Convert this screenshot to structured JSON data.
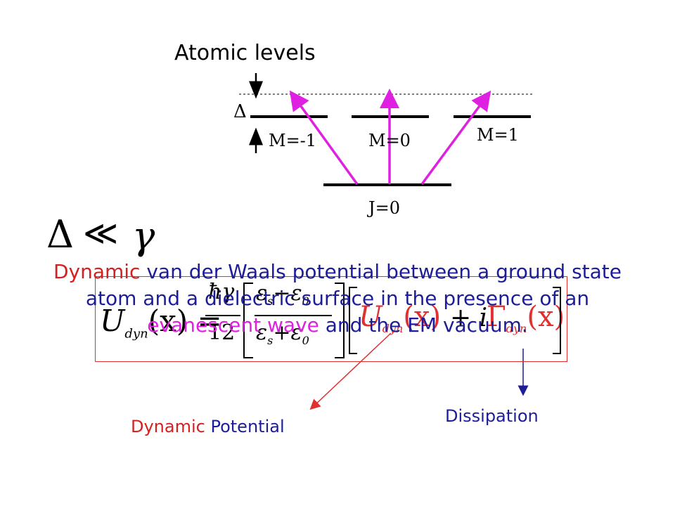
{
  "diagram": {
    "title": "Atomic levels",
    "delta_symbol": "Δ",
    "levels": {
      "m_minus1": "M=-1",
      "m_0": "M=0",
      "m_plus1": "M=1",
      "j_0": "J=0"
    },
    "condition": {
      "delta": "Δ",
      "relation": "≪",
      "gamma": "γ"
    },
    "colors": {
      "level_line": "#000000",
      "transition_arrow": "#e020e0",
      "dashed_line": "#000000"
    }
  },
  "formula": {
    "lhs_u": "U",
    "lhs_sub": "dyn",
    "lhs_arg": "(x) =",
    "frac_num": "ħγ",
    "frac_den": "12",
    "eps_num": "ε",
    "eps_num_sub_s": "s",
    "eps_minus": "−",
    "eps_0": "ε",
    "eps_0_sub": "0",
    "eps_plus": "+",
    "rhs_u": "U",
    "rhs_u_sub": "dyn",
    "rhs_u_arg": "(x)",
    "rhs_plus_i": "+ i",
    "rhs_gamma": "Γ",
    "rhs_gamma_sub": "dyn",
    "rhs_gamma_arg": "(x)",
    "box_color": "#e03030"
  },
  "description": {
    "part1": "Dynamic",
    "part2": " van der Waals potential between a ground state atom and a dielectric surface in the presence of an ",
    "part3": "evanescent wave",
    "part4": " and the EM vacuum."
  },
  "labels": {
    "dissipation": "Dissipation",
    "dynamic_word": "Dynamic",
    "potential_word": " Potential"
  },
  "annotation_colors": {
    "dissipation_arrow": "#1d1d9a",
    "dynamic_potential_arrow": "#e03030"
  }
}
